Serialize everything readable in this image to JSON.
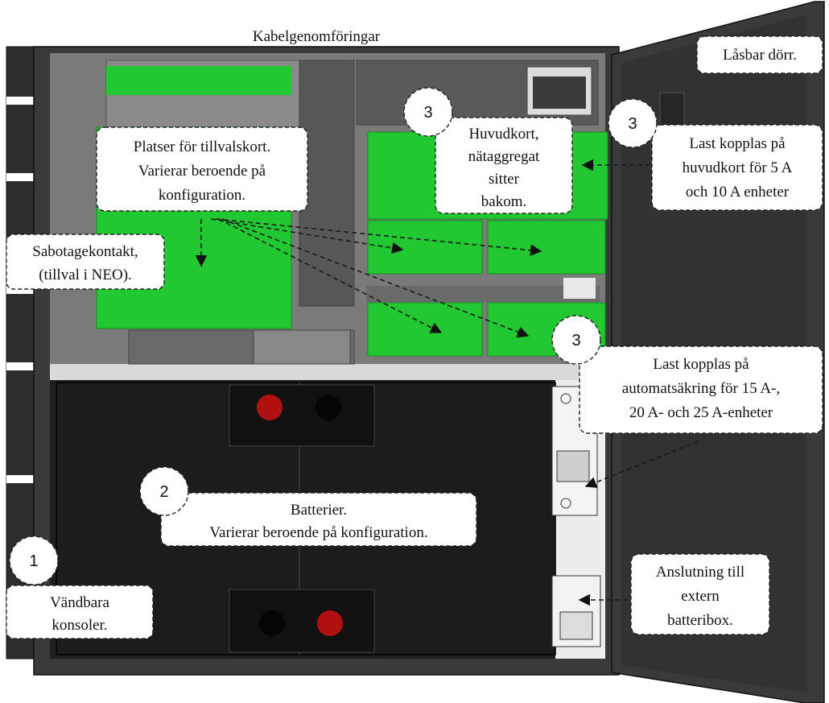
{
  "title": "Kabelgenomföringar",
  "colors": {
    "board_green": "#22c832",
    "cabinet_gray": "#6d6d6d",
    "cabinet_dark": "#3c3c3c",
    "battery_black": "#1c1c1c",
    "terminal_red": "#b01010",
    "terminal_black": "#050505"
  },
  "icons": [
    "numbered-circle-marker",
    "dashed-arrow"
  ],
  "markers": {
    "m1": "1",
    "m2": "2",
    "m3a": "3",
    "m3b": "3",
    "m3c": "3"
  },
  "labels": {
    "door": [
      "Låsbar dörr."
    ],
    "option_cards": [
      "Platser för tillvalskort.",
      "Varierar beroende på",
      "konfiguration."
    ],
    "main_board": [
      "Huvudkort,",
      "nätaggregat",
      "sitter",
      "bakom."
    ],
    "load_main": [
      "Last kopplas på",
      "huvudkort för 5 A",
      "och 10 A enheter"
    ],
    "tamper": [
      "Sabotagekontakt,",
      "(tillval i NEO)."
    ],
    "load_breaker": [
      "Last kopplas på",
      "automatsäkring för 15 A-,",
      "20 A- och 25 A-enheter"
    ],
    "batteries": [
      "Batterier.",
      "Varierar beroende på konfiguration."
    ],
    "ext_battery": [
      "Anslutning till",
      "extern",
      "batteribox."
    ],
    "brackets": [
      "Vändbara",
      "konsoler."
    ]
  }
}
